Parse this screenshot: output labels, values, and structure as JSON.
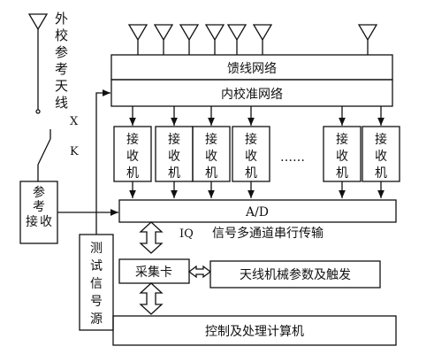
{
  "labels": {
    "external_ref_antenna": [
      "外",
      "校",
      "参",
      "考",
      "天",
      "线"
    ],
    "switch_x": "X",
    "switch_k": "K",
    "feed_network": "馈线网络",
    "internal_cal_network": "内校准网络",
    "receiver": [
      "接",
      "收",
      "机"
    ],
    "ellipsis": "……",
    "ref_receiver": [
      "参",
      "考",
      "接",
      "收"
    ],
    "ad": "A/D",
    "iq": "IQ",
    "serial_transfer": "信号多通道串行传输",
    "test_signal_source": [
      "测",
      "试",
      "信",
      "号",
      "源"
    ],
    "acquisition_card": "采集卡",
    "antenna_mech_params": "天线机械参数及触发",
    "control_computer": "控制及处理计算机"
  },
  "colors": {
    "stroke": "#111111",
    "background": "#ffffff"
  }
}
